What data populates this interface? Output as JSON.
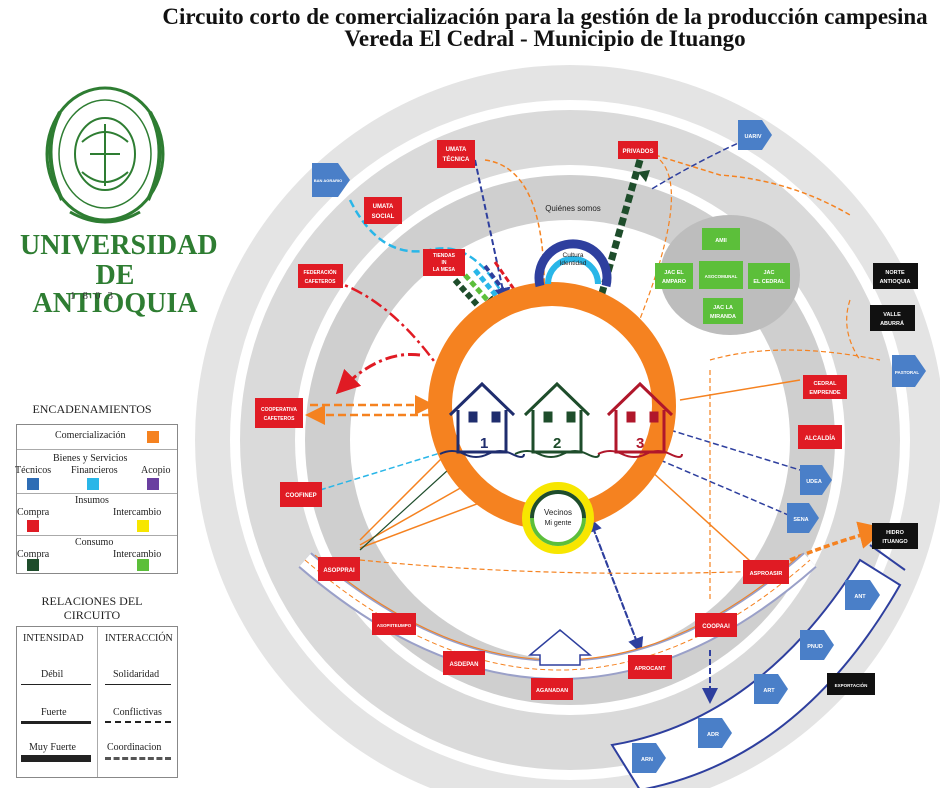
{
  "title": {
    "line1": "Circuito corto de comercialización para la gestión de la producción campesina",
    "line2": "Vereda El Cedral - Municipio de Ituango"
  },
  "logo": {
    "name_line1": "UNIVERSIDAD",
    "name_line2": "DE ANTIOQUIA",
    "year": "1803"
  },
  "legend": {
    "encadenamientos_title": "ENCADENAMIENTOS",
    "comercializacion": "Comercialización",
    "bienes_servicios": "Bienes y Servicios",
    "tecnicos": "Técnicos",
    "financieros": "Financieros",
    "acopio": "Acopio",
    "insumos": "Insumos",
    "compra": "Compra",
    "intercambio": "Intercambio",
    "consumo": "Consumo",
    "relaciones_title_1": "RELACIONES DEL",
    "relaciones_title_2": "CIRCUITO",
    "intensidad": "INTENSIDAD",
    "interaccion": "INTERACCIÓN",
    "debil": "Débil",
    "fuerte": "Fuerte",
    "muy_fuerte": "Muy Fuerte",
    "solidaridad": "Solidaridad",
    "conflictivas": "Conflictivas",
    "coordinacion": "Coordinacion",
    "colors": {
      "comercializacion": "#f58220",
      "tecnicos": "#2e6db5",
      "financieros": "#29b6e8",
      "acopio": "#6a3fa0",
      "insumos_compra": "#e01b24",
      "insumos_intercambio": "#f7e600",
      "consumo_compra": "#1e4d2b",
      "consumo_intercambio": "#5cbf3a"
    }
  },
  "center": {
    "quienes_somos": "Quiénes somos",
    "cultura": "Cultura",
    "identidad": "Identidad",
    "vecinos": "Vecinos",
    "mi_gente": "Mi gente",
    "house_numbers": [
      "1",
      "2",
      "3"
    ]
  },
  "actors_red": {
    "umata_tecnica_1": "UMATA",
    "umata_tecnica_2": "TÉCNICA",
    "privados": "PRIVADOS",
    "umata_social_1": "UMATA",
    "umata_social_2": "SOCIAL",
    "tiendas_1": "TIENDAS",
    "tiendas_2": "IN",
    "tiendas_3": "LA MESA",
    "federacion_1": "FEDERACIÓN",
    "federacion_2": "CAFETEROS",
    "cooperativa_1": "COOPERATIVA",
    "cooperativa_2": "CAFETEROS",
    "coofinep": "COOFINEP",
    "cedral_1": "CEDRAL",
    "cedral_2": "EMPRENDE",
    "alcaldia": "ALCALDÍA",
    "asopprai": "ASOPPRAI",
    "asopiteumpo": "ASOPIITEUMPO",
    "asdepan": "ASDEPAN",
    "agandan": "AGANADAN",
    "aprocant": "APROCANT",
    "coopaai": "COOPAAI",
    "asproasir": "ASPROASIR"
  },
  "actors_blue": {
    "bancagrario": "BAN AGRARIO",
    "uariv": "UARIV",
    "pastoral": "PASTORAL",
    "udea": "UDEA",
    "sena": "SENA",
    "ant": "ANT",
    "pnud": "PNUD",
    "art": "ART",
    "adr": "ADR",
    "arn": "ARN"
  },
  "actors_green": {
    "amii": "AMII",
    "jac_amparo_1": "JAC EL",
    "jac_amparo_2": "AMPARO",
    "asocomunal": "ASOCOMUNAL",
    "jac_cedral_1": "JAC",
    "jac_cedral_2": "EL CEDRAL",
    "jac_miranda_1": "JAC LA",
    "jac_miranda_2": "MIRANDA"
  },
  "actors_black": {
    "norte_1": "NORTE",
    "norte_2": "ANTIOQUIA",
    "valle_1": "VALLE",
    "valle_2": "ABURRÁ",
    "hidro_1": "HIDRO",
    "hidro_2": "ITUANGO",
    "exportacion": "EXPORTACIÓN"
  }
}
